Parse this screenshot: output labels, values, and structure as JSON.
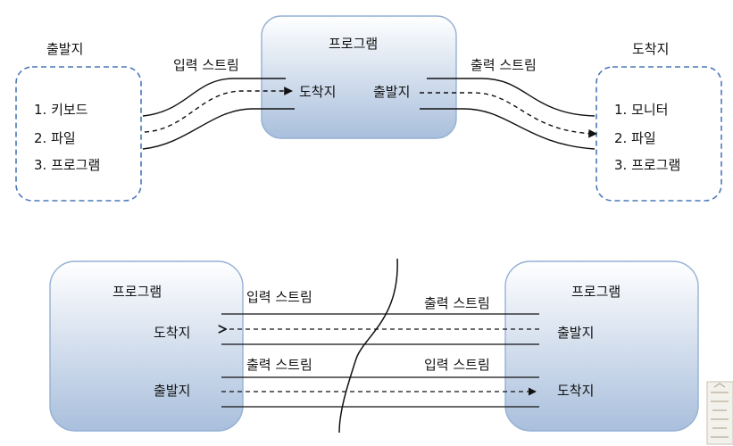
{
  "top": {
    "source_title": "출발지",
    "source_items": [
      "1. 키보드",
      "2. 파일",
      "3. 프로그램"
    ],
    "program_title": "프로그램",
    "program_in_label": "도착지",
    "program_out_label": "출발지",
    "input_stream_label": "입력 스트림",
    "output_stream_label": "출력 스트림",
    "dest_title": "도착지",
    "dest_items": [
      "1. 모니터",
      "2. 파일",
      "3. 프로그램"
    ]
  },
  "bottom": {
    "left_program_title": "프로그램",
    "left_dest_label": "도착지",
    "left_source_label": "출발지",
    "right_program_title": "프로그램",
    "right_source_label": "출발지",
    "right_dest_label": "도착지",
    "upper_left_stream": "입력 스트림",
    "upper_right_stream": "출력 스트림",
    "lower_left_stream": "출력 스트림",
    "lower_right_stream": "입력 스트림"
  },
  "colors": {
    "dashed_border": "#4a78b8",
    "box_border": "#94b0d4",
    "box_fill_top": "#ffffff",
    "box_fill_bottom": "#a9bfdc",
    "line": "#111111"
  }
}
